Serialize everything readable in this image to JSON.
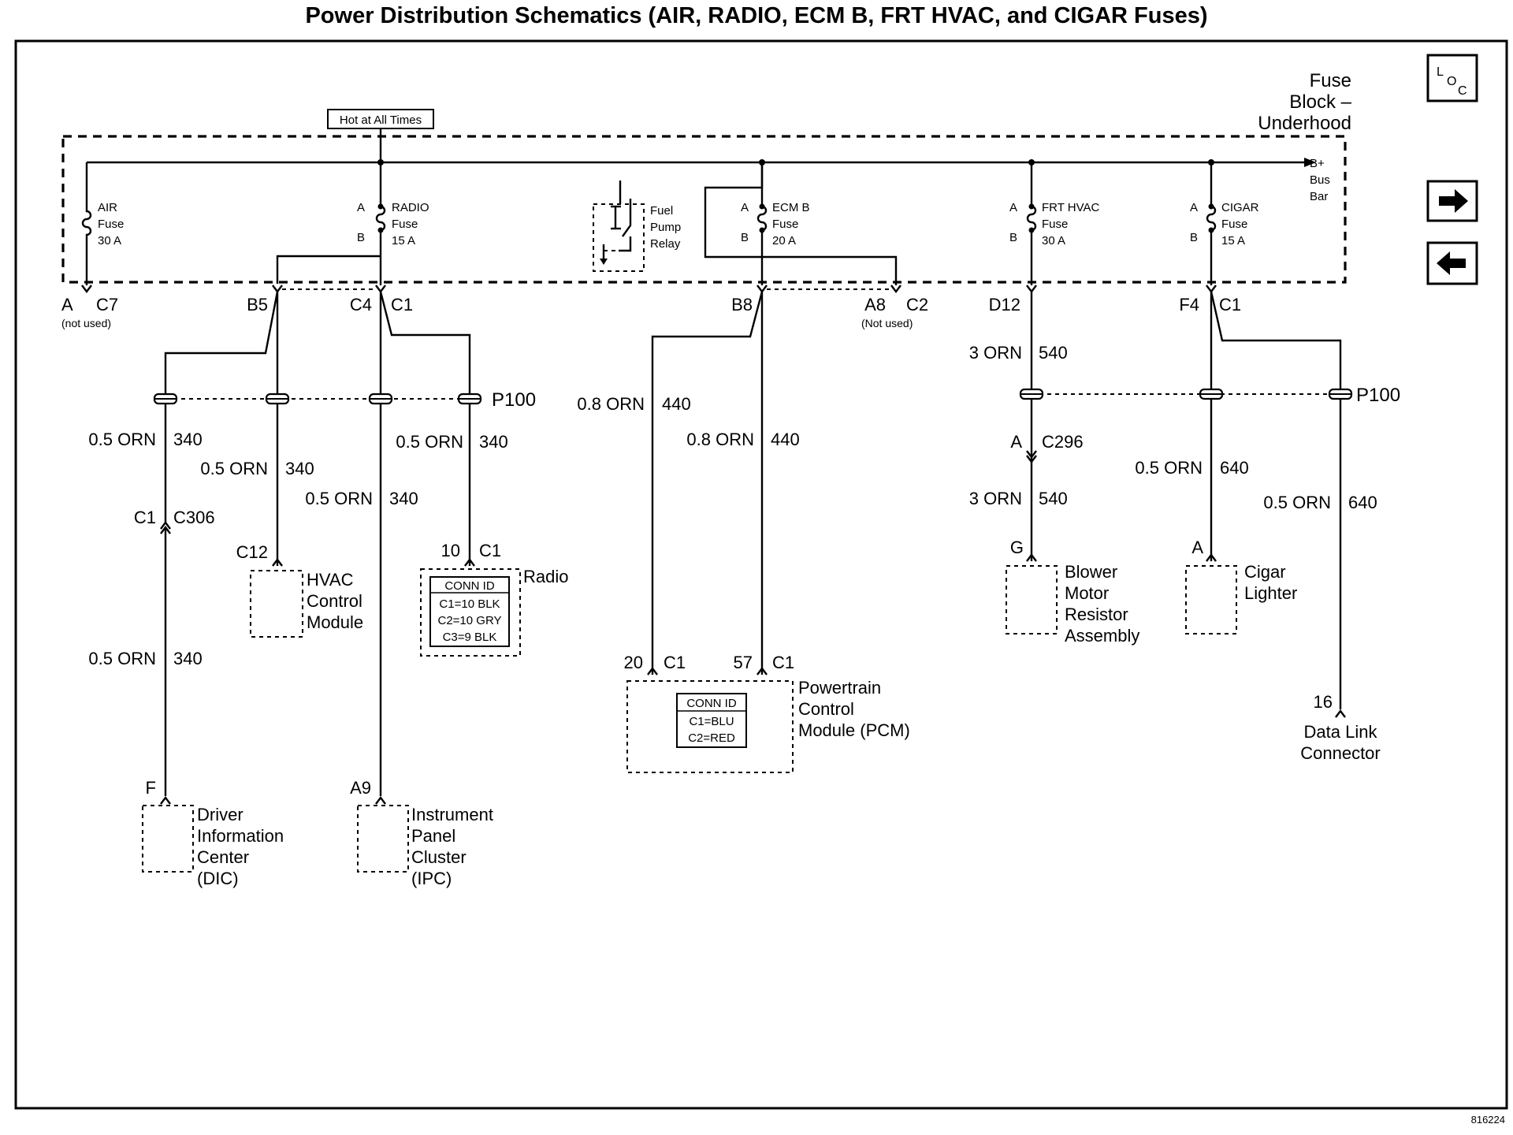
{
  "title": "Power Distribution Schematics (AIR, RADIO, ECM B, FRT HVAC, and CIGAR Fuses)",
  "figure_id": "816224",
  "fuse_block": {
    "label_lines": [
      "Fuse",
      "Block –",
      "Underhood"
    ],
    "hot_label": "Hot at All Times",
    "bus_label_lines": [
      "B+",
      "Bus",
      "Bar"
    ],
    "terminal_a": "A",
    "terminal_b": "B",
    "fuses": [
      {
        "lines": [
          "AIR",
          "Fuse",
          "30 A"
        ]
      },
      {
        "lines": [
          "RADIO",
          "Fuse",
          "15 A"
        ]
      },
      {
        "lines": [
          "ECM B",
          "Fuse",
          "20 A"
        ]
      },
      {
        "lines": [
          "FRT HVAC",
          "Fuse",
          "30 A"
        ]
      },
      {
        "lines": [
          "CIGAR",
          "Fuse",
          "15 A"
        ]
      }
    ],
    "relay_lines": [
      "Fuel",
      "Pump",
      "Relay"
    ]
  },
  "connectors": {
    "a_c7": [
      "A",
      "C7"
    ],
    "a_c7_note": "(not used)",
    "b5": "B5",
    "c4_c1": [
      "C4",
      "C1"
    ],
    "b8": "B8",
    "a8_c2": [
      "A8",
      "C2"
    ],
    "a8_c2_note": "(Not used)",
    "d12": "D12",
    "f4_c1": [
      "F4",
      "C1"
    ],
    "p100": "P100",
    "c1_c306": [
      "C1",
      "C306"
    ],
    "c296": [
      "A",
      "C296"
    ],
    "c12": "C12",
    "radio_pin": [
      "10",
      "C1"
    ],
    "pcm_pins": [
      [
        "20",
        "C1"
      ],
      [
        "57",
        "C1"
      ]
    ],
    "blower_pin": "G",
    "cigar_pin": "A",
    "dlc_pin": "16",
    "dic_pin": "F",
    "ipc_pin": "A9"
  },
  "wires": {
    "orn05": "0.5 ORN",
    "orn08": "0.8 ORN",
    "orn3": "3 ORN",
    "c340": "340",
    "c440": "440",
    "c540": "540",
    "c640": "640"
  },
  "components": {
    "hvac": [
      "HVAC",
      "Control",
      "Module"
    ],
    "radio": "Radio",
    "radio_conn": [
      "CONN ID",
      "C1=10 BLK",
      "C2=10 GRY",
      "C3=9 BLK"
    ],
    "pcm": [
      "Powertrain",
      "Control",
      "Module (PCM)"
    ],
    "pcm_conn": [
      "CONN ID",
      "C1=BLU",
      "C2=RED"
    ],
    "blower": [
      "Blower",
      "Motor",
      "Resistor",
      "Assembly"
    ],
    "cigar": [
      "Cigar",
      "Lighter"
    ],
    "dlc": [
      "Data Link",
      "Connector"
    ],
    "dic": [
      "Driver",
      "Information",
      "Center",
      "(DIC)"
    ],
    "ipc": [
      "Instrument",
      "Panel",
      "Cluster",
      "(IPC)"
    ]
  },
  "nav": {
    "loc_letters": [
      "L",
      "O",
      "C"
    ],
    "next_icon": "right-arrow-icon",
    "prev_icon": "left-arrow-icon"
  }
}
